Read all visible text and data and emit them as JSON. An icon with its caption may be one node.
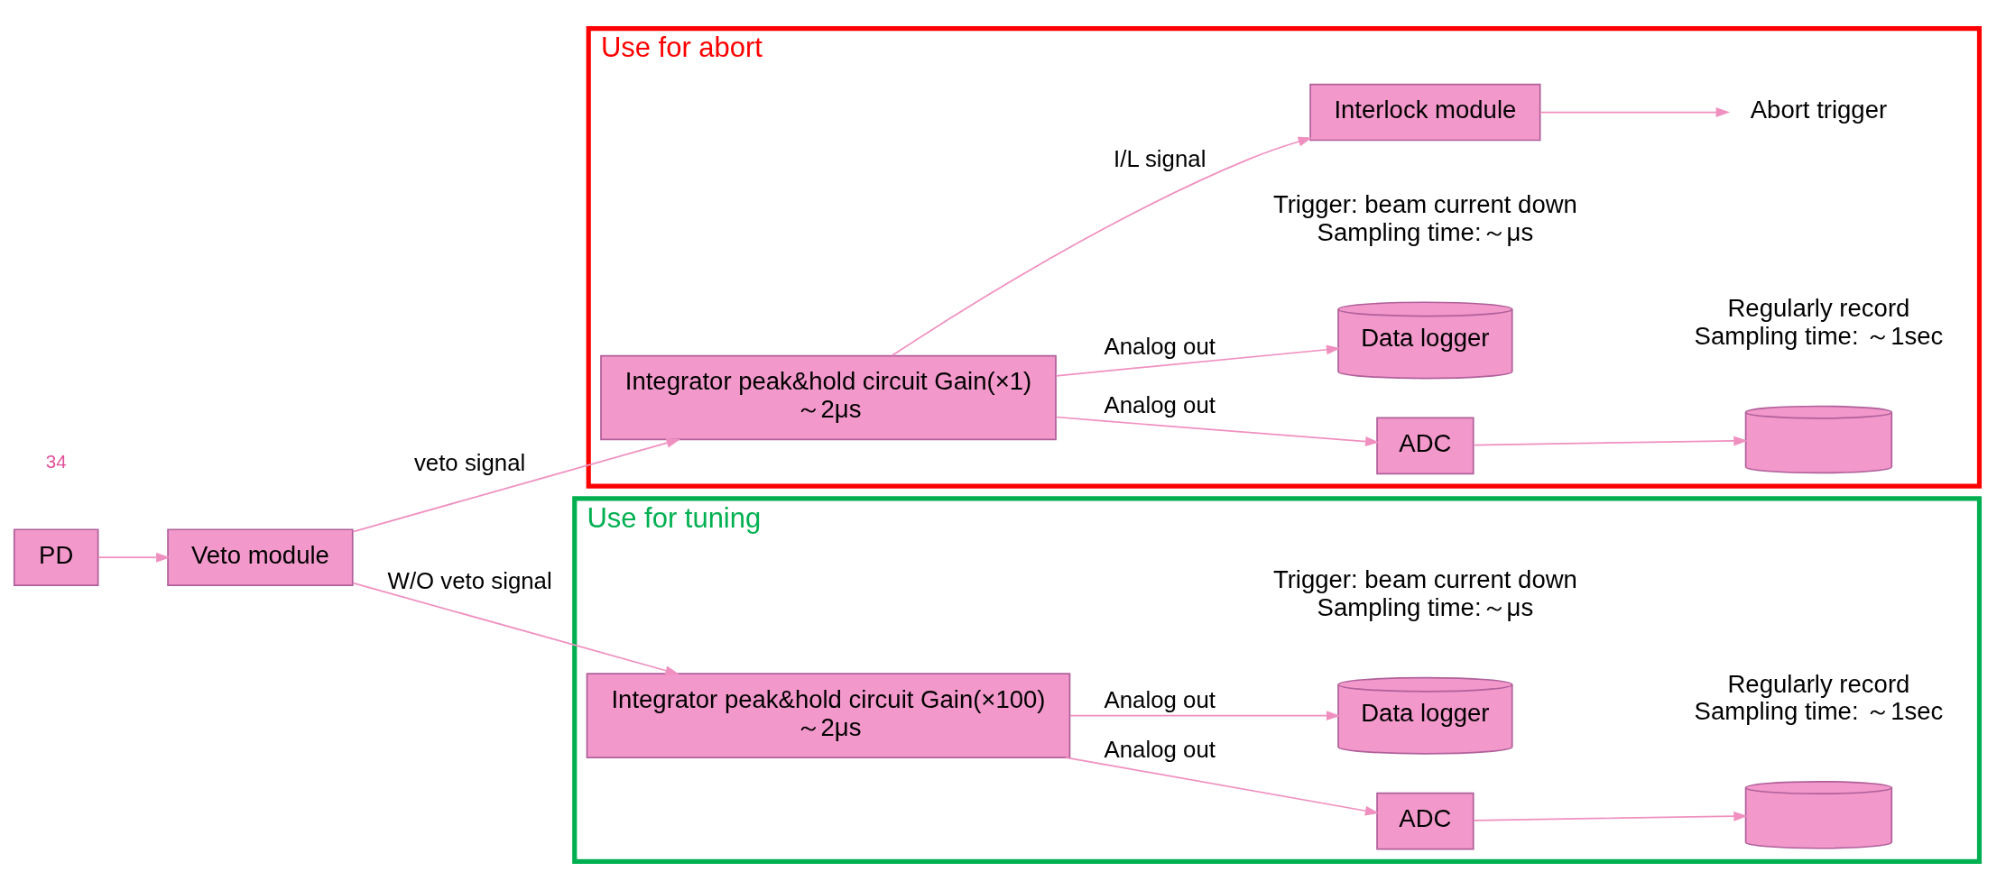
{
  "diagram": {
    "nodes": [
      {
        "text": [
          "Use for abort"
        ]
      },
      {
        "text": [
          "Use for tuning"
        ]
      },
      {
        "text": [
          "PD"
        ]
      },
      {
        "text": [
          "Veto module"
        ]
      },
      {
        "text": [
          "Integrator peak&hold circuit Gain(×1)",
          "～2μs"
        ],
        "in": 0
      },
      {
        "text": [
          "ADC"
        ],
        "in": 0
      },
      {
        "text": [],
        "shape": "cylinder",
        "in": 0,
        "beside": [
          "Regularly record",
          "Sampling time: ～1sec"
        ]
      },
      {
        "text": [
          "Data logger"
        ],
        "in": 0,
        "beside": [
          "Trigger: beam current down",
          "Sampling time:～μs"
        ]
      },
      {
        "text": [
          "Interlock module"
        ],
        "in": 0
      },
      {
        "text": [
          "Abort trigger"
        ],
        "in": 0
      },
      {
        "text": [
          "Integrator peak&hold circuit Gain(×100)",
          "～2μs"
        ],
        "in": 1
      },
      {
        "text": [
          "ADC"
        ],
        "in": 1
      },
      {
        "text": [],
        "shape": "cylinder",
        "in": 1,
        "beside": [
          "Regularly record",
          "Sampling time: ～1sec"
        ]
      },
      {
        "text": [
          "Data logger"
        ],
        "in": 1,
        "beside": [
          "Trigger: beam current down",
          "Sampling time:～μs"
        ]
      }
    ],
    "edges": [
      {
        "from": 2,
        "to": 3,
        "arrow": "to"
      },
      {
        "from": 3,
        "to": 4,
        "arrow": "to",
        "label": "veto signal"
      },
      {
        "from": 3,
        "to": 10,
        "arrow": "to",
        "label": "W/O veto signal"
      },
      {
        "from": 4,
        "to": 5,
        "arrow": "to",
        "label": "Analog out"
      },
      {
        "from": 5,
        "to": 6,
        "arrow": "to"
      },
      {
        "from": 4,
        "to": 7,
        "arrow": "to",
        "label": "Analog out"
      },
      {
        "from": 4,
        "to": 8,
        "arrow": "to",
        "label": "I/L signal"
      },
      {
        "from": 8,
        "to": 9,
        "arrow": "to"
      },
      {
        "from": 10,
        "to": 11,
        "arrow": "to",
        "label": "Analog out"
      },
      {
        "from": 11,
        "to": 12,
        "arrow": "to"
      },
      {
        "from": 10,
        "to": 13,
        "arrow": "to",
        "label": "Analog out"
      }
    ],
    "labels": [
      "34"
    ]
  }
}
